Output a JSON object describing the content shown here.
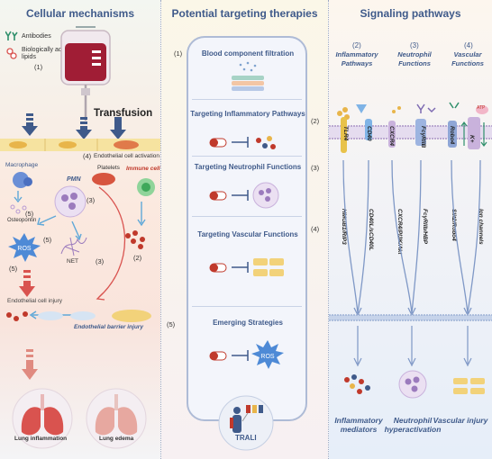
{
  "left": {
    "title": "Cellular mechanisms",
    "legend": {
      "antibodies": "Antibodies",
      "lipids": "Biologically active lipids",
      "num1": "(1)"
    },
    "transfusion": "Transfusion",
    "num4": "(4)",
    "endo_activation": "Endothelial cell activation",
    "macrophage": "Macrophage",
    "platelets": "Platelets",
    "immune": "Immune cell",
    "pmn": "PMN",
    "osteopontin": "Osteopontin",
    "n5a": "(5)",
    "n3a": "(3)",
    "n5b": "(5)",
    "n5c": "(5)",
    "n3b": "(3)",
    "n2": "(2)",
    "ros": "ROS",
    "net": "NET",
    "endo_injury": "Endothelial cell injury",
    "barrier": "Endothelial barrier injury",
    "lung_inflam": "Lung inflammation",
    "lung_edema": "Lung edema"
  },
  "middle": {
    "title": "Potential targeting therapies",
    "t1": "Blood component filtration",
    "n1": "(1)",
    "t2": "Targeting Inflammatory Pathways",
    "n2": "(2)",
    "t3": "Targeting Neutrophil Functions",
    "n3": "(3)",
    "t4": "Targeting Vascular Functions",
    "n4": "(4)",
    "t5": "Emerging Strategies",
    "n5": "(5)",
    "ros": "ROS",
    "trali": "TRALI"
  },
  "right": {
    "title": "Signaling pathways",
    "c1n": "(2)",
    "c1": "Inflammatory Pathways",
    "c2n": "(3)",
    "c2": "Neutrophil Functions",
    "c3n": "(4)",
    "c3": "Vascular Functions",
    "tlr4": "TLR4",
    "cd40": "CD40",
    "cxcr4": "CXCR4",
    "fcgr": "FcγRIIB",
    "robo4": "Robo4",
    "kplus": "K+",
    "atp": "ATP",
    "p1": "HMGB1/RIP3",
    "p2": "CD40L/sCD40L",
    "p3": "CXCR4/PI3K/Akt",
    "p4": "FcγRIIb/HBP",
    "p5": "Slit2/Robo4",
    "p6": "Ion channels",
    "o1": "Inflammatory mediators",
    "o2": "Neutrophil hyperactivation",
    "o3": "Vascular injury"
  },
  "colors": {
    "title": "#3f5a8a",
    "left_bg": "#fbeee6",
    "mid_bg": "#fbf8e8",
    "right_bg": "#eef3fa",
    "accent_red": "#d9534f"
  }
}
